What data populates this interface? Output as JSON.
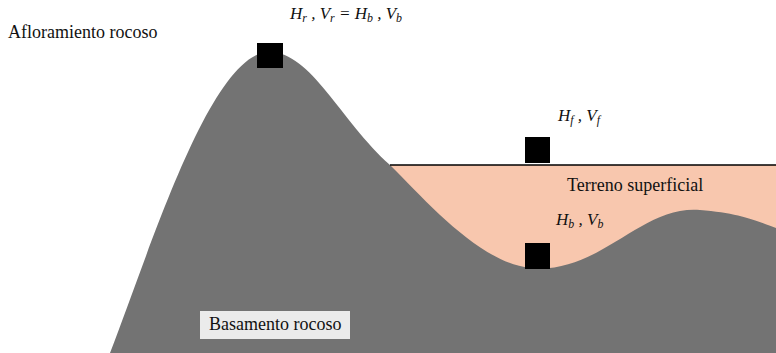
{
  "diagram": {
    "nodes": [
      {
        "text": [
          "Basamento rocoso"
        ]
      }
    ],
    "labels": [
      "Afloramiento rocoso",
      "Hr , Vr = Hb , Vb",
      "Hf , Vf",
      "Terreno superficial",
      "Hb , Vb"
    ]
  }
}
